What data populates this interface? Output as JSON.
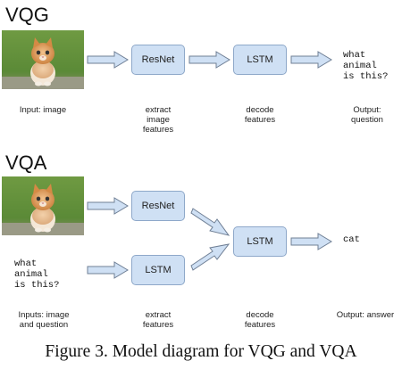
{
  "vqg": {
    "title": "VQG",
    "image_alt": "kitten photo",
    "nodes": {
      "resnet": "ResNet",
      "lstm": "LSTM"
    },
    "output_text": "what\nanimal\nis this?",
    "captions": {
      "input": "Input: image",
      "extract": "extract\nimage\nfeatures",
      "decode": "decode\nfeatures",
      "output": "Output:\nquestion"
    }
  },
  "vqa": {
    "title": "VQA",
    "image_alt": "kitten photo",
    "input_question": "what\nanimal\nis this?",
    "nodes": {
      "resnet": "ResNet",
      "lstm_encoder": "LSTM",
      "lstm_decoder": "LSTM"
    },
    "output_text": "cat",
    "captions": {
      "input": "Inputs: image\nand question",
      "extract": "extract\nfeatures",
      "decode": "decode\nfeatures",
      "output": "Output: answer"
    }
  },
  "figure_caption": "Figure 3. Model diagram for VQG and VQA",
  "colors": {
    "node_fill": "#cfe0f4",
    "node_border": "#8ea8c9",
    "arrow_fill": "#cfe0f4",
    "arrow_stroke": "#6f7f95"
  }
}
